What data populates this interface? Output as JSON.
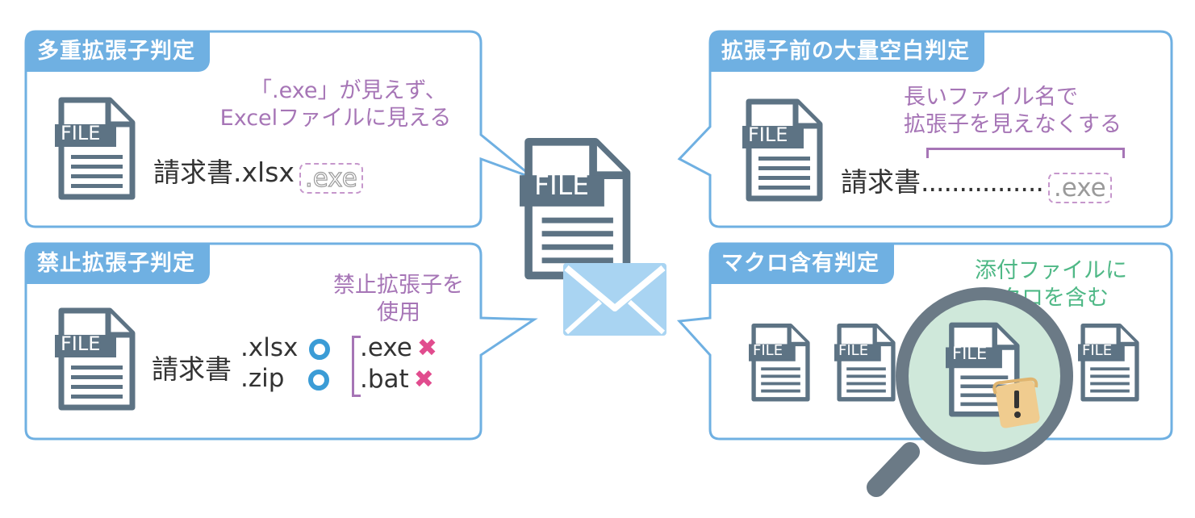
{
  "panels": {
    "multi_ext": {
      "title": "多重拡張子判定",
      "note_line1": "「.exe」が見えず、",
      "note_line2": "Excelファイルに見える",
      "filename": "請求書.xlsx",
      "hidden_ext": ".exe"
    },
    "banned_ext": {
      "title": "禁止拡張子判定",
      "note_line1": "禁止拡張子を",
      "note_line2": "使用",
      "filename": "請求書",
      "allowed": [
        ".xlsx",
        ".zip"
      ],
      "banned": [
        ".exe",
        ".bat"
      ]
    },
    "space_ext": {
      "title": "拡張子前の大量空白判定",
      "note_line1": "長いファイル名で",
      "note_line2": "拡張子を見えなくする",
      "filename": "請求書",
      "dots": "................",
      "hidden_ext": ".exe"
    },
    "macro": {
      "title": "マクロ含有判定",
      "note_line1": "添付ファイルに",
      "note_line2": "マクロを含む"
    }
  },
  "file_label": "FILE",
  "colors": {
    "panel_border": "#6fb0e2",
    "tab_bg": "#6fb0e2",
    "file_icon": "#5d7384",
    "note_purple": "#a675b6",
    "note_green": "#4fb886",
    "ok_mark": "#3b9cd6",
    "ng_mark": "#e14c8e",
    "envelope": "#a9d4f2",
    "magnifier": "#6b7a86",
    "lens_fill": "#cfe8da",
    "scroll": "#f0cc8f"
  }
}
